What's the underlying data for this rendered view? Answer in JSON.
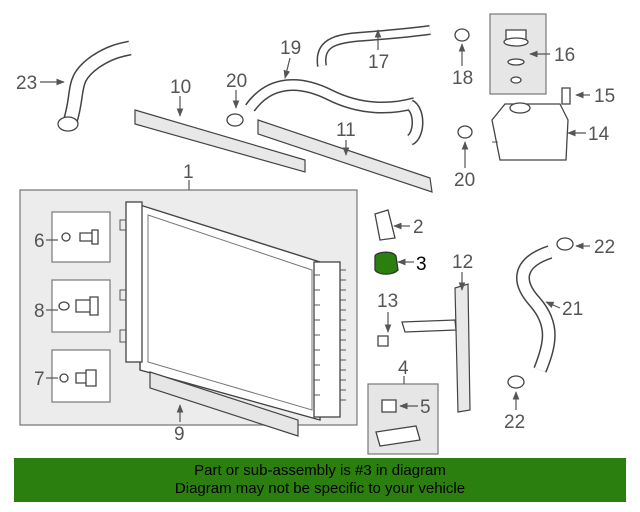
{
  "diagram": {
    "callouts": [
      "1",
      "2",
      "3",
      "4",
      "5",
      "6",
      "7",
      "8",
      "9",
      "10",
      "11",
      "12",
      "13",
      "14",
      "15",
      "16",
      "17",
      "18",
      "19",
      "20",
      "20",
      "21",
      "22",
      "22",
      "23"
    ],
    "highlighted_part": "3",
    "highlight_color": "#2a7f0f"
  },
  "banner": {
    "line1": "Part or sub-assembly is #3 in diagram",
    "line2": "Diagram may not be specific to your vehicle",
    "background": "#2a7f0f"
  }
}
